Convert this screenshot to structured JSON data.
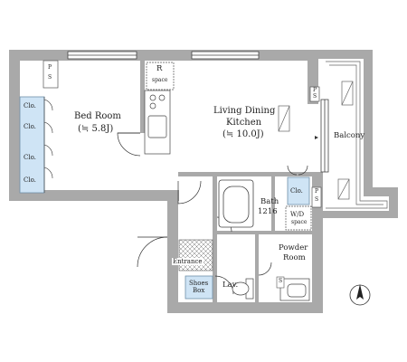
{
  "rooms": {
    "bedroom": {
      "name": "Bed Room",
      "area": "(≒ 5.8J)"
    },
    "ldk": {
      "name_line1": "Living Dining",
      "name_line2": "Kitchen",
      "area": "(≒ 10.0J)"
    },
    "balcony": {
      "name": "Balcony"
    },
    "bath": {
      "name": "Bath",
      "size": "1216"
    },
    "powder": {
      "name_line1": "Powder",
      "name_line2": "Room"
    },
    "entrance": {
      "name": "Entrance"
    },
    "shoes": {
      "line1": "Shoes",
      "line2": "Box"
    },
    "lav": {
      "name": "Lav."
    }
  },
  "closets": {
    "label": "Clo.",
    "bedroom_count": 4
  },
  "tags": {
    "ps_top": {
      "l1": "P",
      "l2": "S"
    },
    "ps_ldk": {
      "l1": "P",
      "l2": "S"
    },
    "ps_balcony": {
      "l1": "P",
      "l2": "S"
    },
    "r_space": {
      "letter": "R",
      "sub": "space"
    },
    "wd": {
      "l1": "W/D",
      "l2": "space"
    },
    "small_s": "S"
  },
  "colors": {
    "wall": "#a9a9a9",
    "closet": "#cfe4f5",
    "line": "#333333"
  },
  "icons": [
    "compass-north-icon",
    "stove-icon",
    "sink-icon",
    "toilet-icon",
    "bathtub-icon"
  ]
}
